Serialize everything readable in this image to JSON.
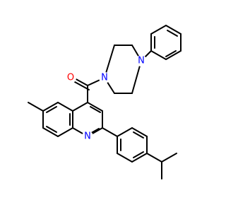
{
  "colors": {
    "background": "#ffffff",
    "bond": "#000000",
    "oxygen": "#ff0000",
    "nitrogen": "#0000ff"
  },
  "atoms": {
    "carbonyl_oxygen": "O",
    "piperazine_n1": "N",
    "piperazine_n4": "N",
    "quinoline_n": "N"
  }
}
